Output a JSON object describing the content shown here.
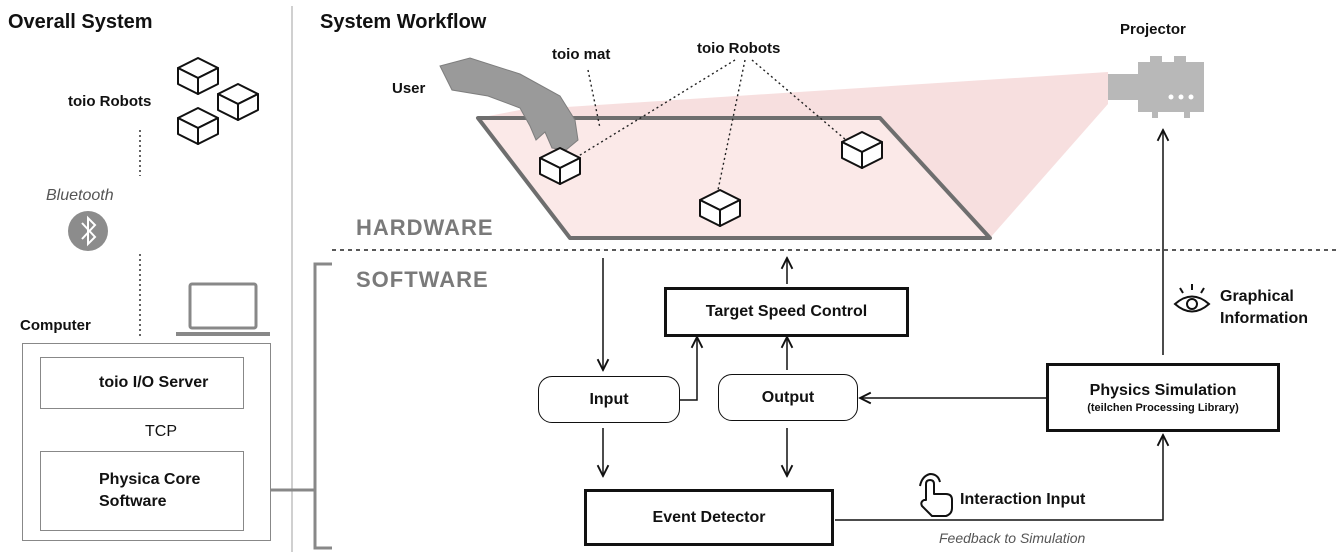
{
  "left": {
    "title": "Overall System",
    "robots_label": "toio Robots",
    "bluetooth_label": "Bluetooth",
    "computer_label": "Computer",
    "io_server_label": "toio I/O Server",
    "tcp_label": "TCP",
    "core_label_1": "Physica Core",
    "core_label_2": "Software"
  },
  "workflow": {
    "title": "System Workflow",
    "projector_label": "Projector",
    "mat_label": "toio mat",
    "robots_label": "toio Robots",
    "user_label": "User",
    "hardware_label": "HARDWARE",
    "software_label": "SOFTWARE"
  },
  "boxes": {
    "target_speed": "Target Speed Control",
    "input": "Input",
    "output": "Output",
    "physics_title": "Physics Simulation",
    "physics_sub": "(teilchen Processing Library)",
    "event_detector": "Event Detector"
  },
  "labels": {
    "graphical_1": "Graphical",
    "graphical_2": "Information",
    "interaction": "Interaction Input",
    "feedback": "Feedback to Simulation"
  },
  "colors": {
    "projection": "#f6dcdc",
    "mat_fill": "#fbe9e8",
    "grey_text": "#7a7a7a",
    "projector": "#b8b8b8"
  }
}
